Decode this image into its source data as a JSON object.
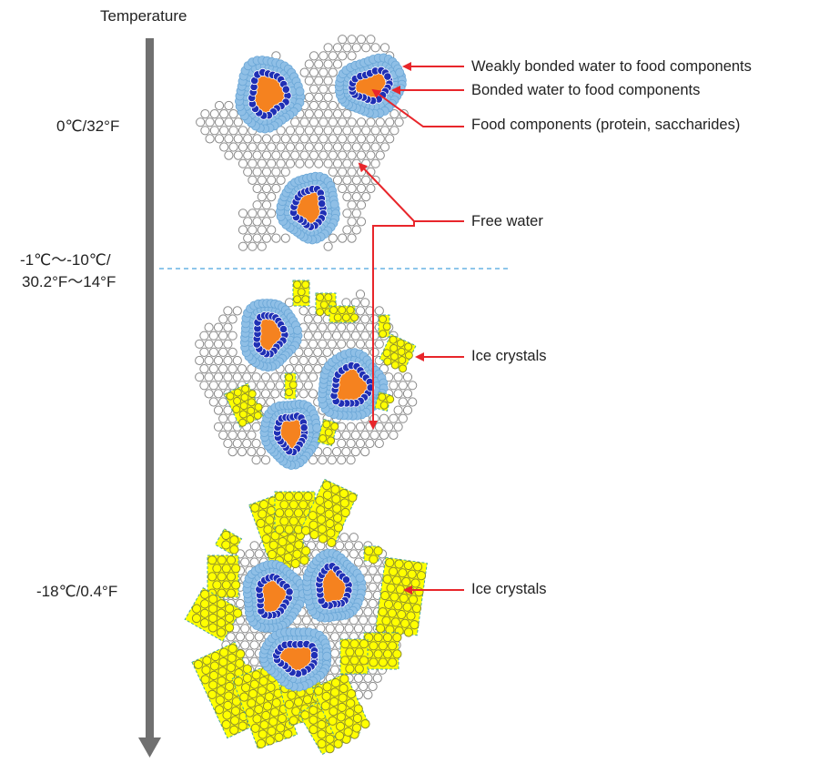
{
  "axis": {
    "title": "Temperature"
  },
  "temperatures": {
    "t1": "0℃/32°F",
    "t2_line1": "-1℃～-10℃/",
    "t2_line2": "30.2°F～14°F",
    "t3": "-18℃/0.4°F"
  },
  "labels": {
    "weakly_bonded": "Weakly bonded water to food components",
    "bonded": "Bonded water to food components",
    "food_components": "Food components (protein, saccharides)",
    "free_water": "Free water",
    "ice_crystals_1": "Ice crystals",
    "ice_crystals_2": "Ice crystals"
  },
  "colors": {
    "food": "#f5821f",
    "bonded": "#1f2fb5",
    "weak": "#8fbfe6",
    "free": "#ffffff",
    "ice": "#ffff00",
    "arrow": "#e8262b",
    "axis": "#707070",
    "divider": "#4aa3df"
  }
}
